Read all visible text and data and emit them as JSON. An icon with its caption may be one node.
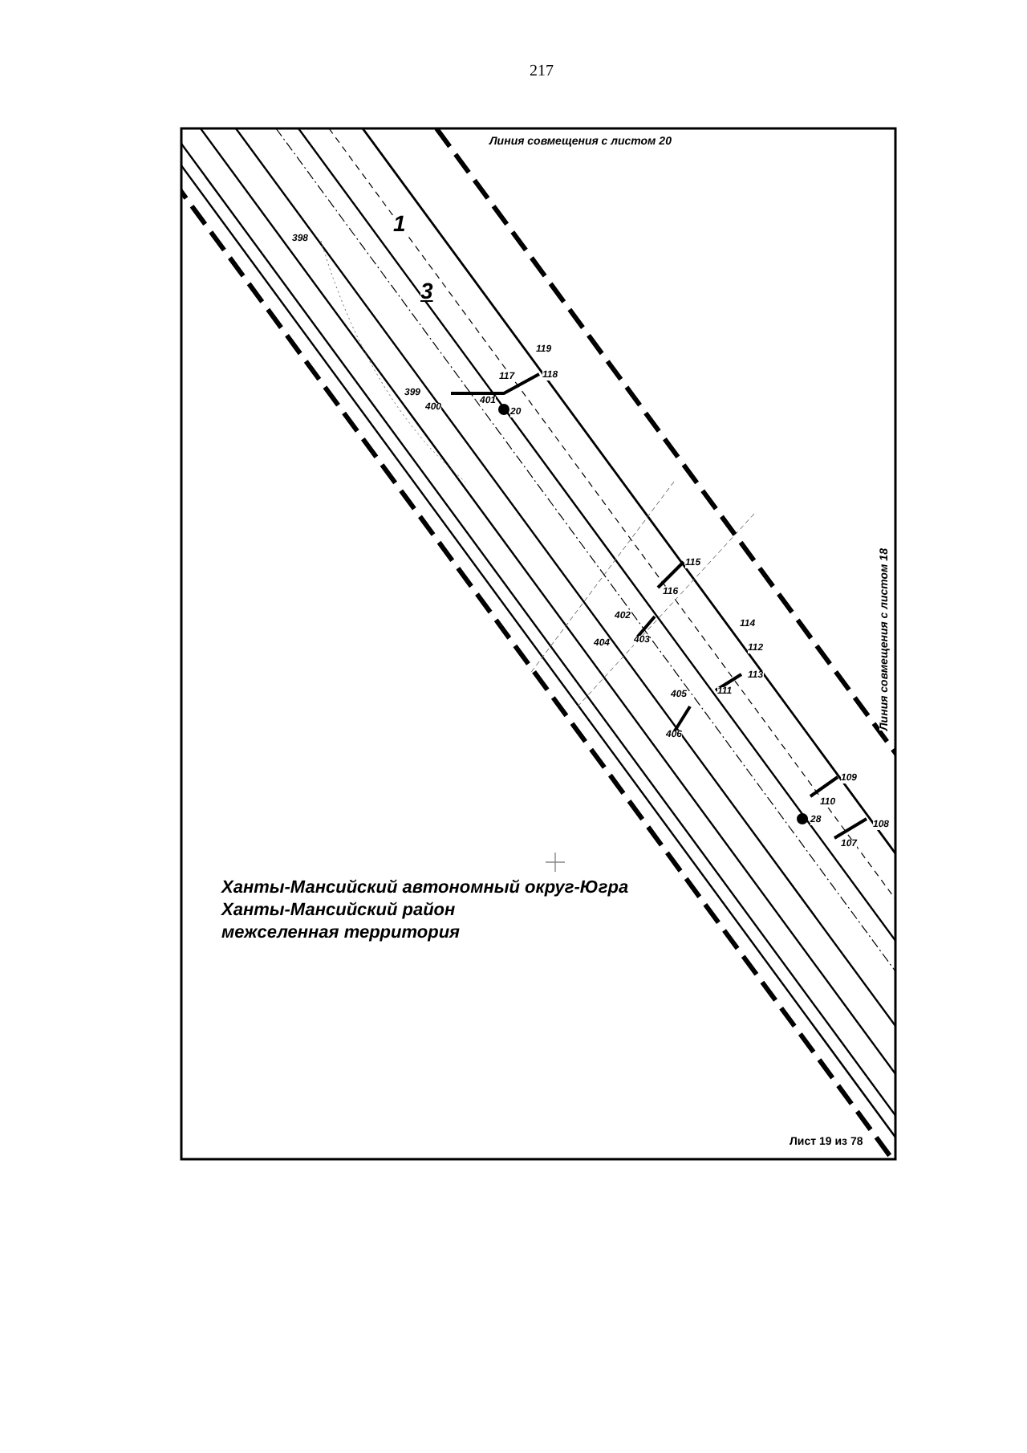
{
  "diagram": {
    "labels": [
      "217",
      "Линия совмещения с листом 20",
      "1",
      "398",
      "3",
      "119",
      "117",
      "118",
      "399",
      "401",
      "400",
      "20",
      "Линия совмещения с листом 18",
      "115",
      "116",
      "114",
      "402",
      "112",
      "404",
      "403",
      "113",
      "405",
      "111",
      "406",
      "109",
      "110",
      "28",
      "108",
      "107",
      "Ханты-Мансийский автономный округ-Югра",
      "Ханты-Мансийский район",
      "межселенная территория",
      "Лист 19 из 78"
    ]
  }
}
